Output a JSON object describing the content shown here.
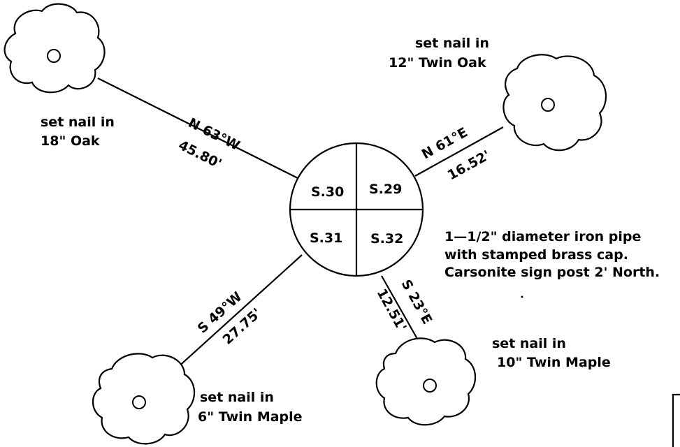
{
  "corner": {
    "sections": {
      "nw": "S.30",
      "ne": "S.29",
      "sw": "S.31",
      "se": "S.32"
    },
    "monument": [
      "1—1/2\" diameter iron pipe",
      "with stamped brass cap.",
      "Carsonite sign post 2' North."
    ]
  },
  "witness_trees": [
    {
      "id": "nw",
      "bearing": "N 63°W",
      "distance": "45.80'",
      "note": [
        "set nail in",
        "18\" Oak"
      ]
    },
    {
      "id": "ne",
      "bearing": "N 61°E",
      "distance": "16.52'",
      "note": [
        "set nail in",
        "12\" Twin Oak"
      ]
    },
    {
      "id": "sw",
      "bearing": "S 49°W",
      "distance": "27.75'",
      "note": [
        "set nail in",
        "6\" Twin Maple"
      ]
    },
    {
      "id": "se",
      "bearing": "S 23°E",
      "distance": "12.51'",
      "note": [
        "set nail in",
        "10\" Twin Maple"
      ]
    }
  ]
}
